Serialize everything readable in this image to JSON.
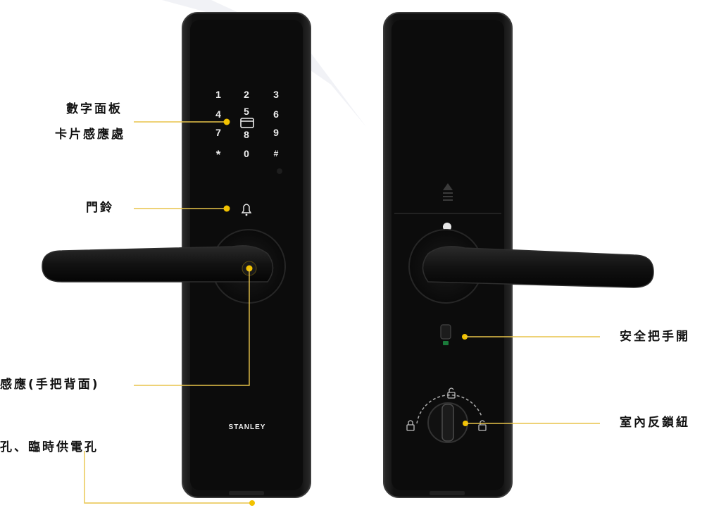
{
  "labels": {
    "keypad_line1": "數字面板",
    "keypad_line2": "卡片感應處",
    "doorbell": "門鈴",
    "fingerprint": "感應(手把背面)",
    "usb_port": "孔、臨時供電孔",
    "safety_handle": "安全把手開",
    "privacy_knob": "室內反鎖紐"
  },
  "keypad": [
    {
      "id": "1",
      "text": "1"
    },
    {
      "id": "2",
      "text": "2"
    },
    {
      "id": "3",
      "text": "3"
    },
    {
      "id": "4",
      "text": "4"
    },
    {
      "id": "5",
      "text": "5"
    },
    {
      "id": "6",
      "text": "6"
    },
    {
      "id": "7",
      "text": "7"
    },
    {
      "id": "8",
      "text": "8"
    },
    {
      "id": "9",
      "text": "9"
    },
    {
      "id": "star",
      "text": "*"
    },
    {
      "id": "0",
      "text": "0"
    },
    {
      "id": "hash",
      "text": "#"
    }
  ],
  "brand": "STANLEY",
  "colors": {
    "body": "#111111",
    "face": "#0d0d0d",
    "accent": "#f2c200",
    "leader": "#e8c44a"
  },
  "icons": [
    "card-icon",
    "bell-icon",
    "lock-icon",
    "unlock-icon",
    "eject-icon"
  ]
}
